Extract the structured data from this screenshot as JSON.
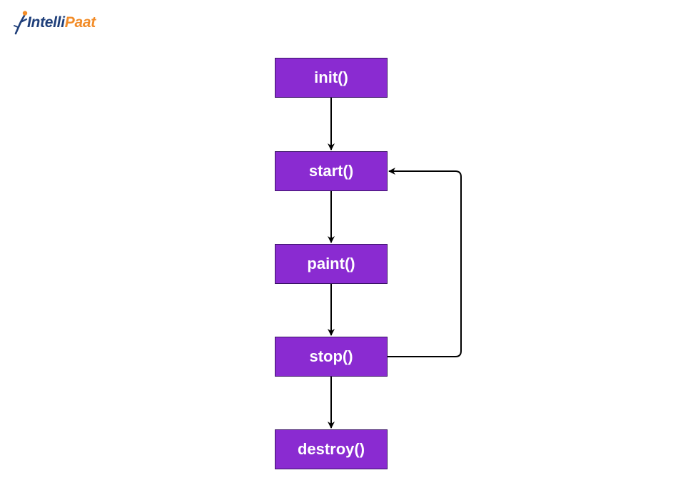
{
  "logo": {
    "text_first": "I",
    "text_rest": "ntelli",
    "text_accent": "Paat",
    "icon": "runner-figure-icon",
    "colors": {
      "primary": "#1f3f7a",
      "accent": "#f28c28"
    }
  },
  "diagram": {
    "node_color": "#8a2bd1",
    "nodes": [
      {
        "id": "init",
        "label": "init()"
      },
      {
        "id": "start",
        "label": "start()"
      },
      {
        "id": "paint",
        "label": "paint()"
      },
      {
        "id": "stop",
        "label": "stop()"
      },
      {
        "id": "destroy",
        "label": "destroy()"
      }
    ],
    "edges": [
      {
        "from": "init",
        "to": "start"
      },
      {
        "from": "start",
        "to": "paint"
      },
      {
        "from": "paint",
        "to": "stop"
      },
      {
        "from": "stop",
        "to": "destroy"
      },
      {
        "from": "stop",
        "to": "start"
      }
    ]
  }
}
